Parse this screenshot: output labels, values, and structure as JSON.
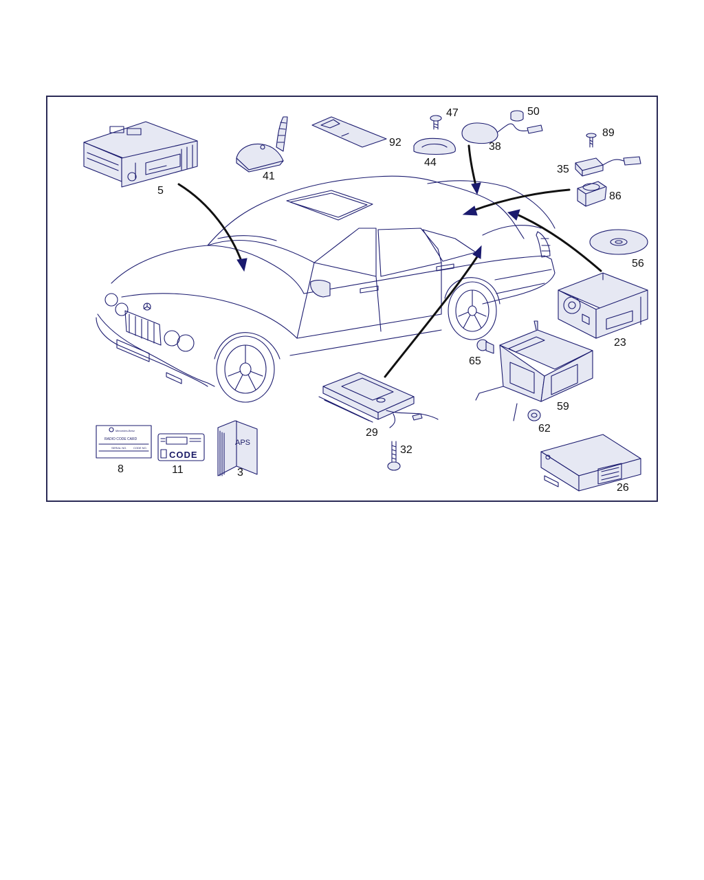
{
  "callouts": {
    "c5": "5",
    "c41": "41",
    "c92": "92",
    "c47": "47",
    "c44": "44",
    "c50": "50",
    "c38": "38",
    "c89": "89",
    "c35": "35",
    "c86": "86",
    "c56": "56",
    "c23": "23",
    "c65": "65",
    "c59": "59",
    "c62": "62",
    "c29": "29",
    "c32": "32",
    "c26": "26",
    "c8": "8",
    "c11": "11",
    "c3": "3"
  },
  "card_text": {
    "brand": "Mercedes-Benz",
    "title": "RADIO CODE CARD",
    "serial": "SERIAL NO.",
    "code_no": "CODE NO."
  },
  "sticker_text": {
    "code": "CODE"
  },
  "manual_text": {
    "cover": "APS"
  },
  "colors": {
    "line": "#1a1a6e",
    "frame": "#2a2a55",
    "arrow": "#111111"
  }
}
